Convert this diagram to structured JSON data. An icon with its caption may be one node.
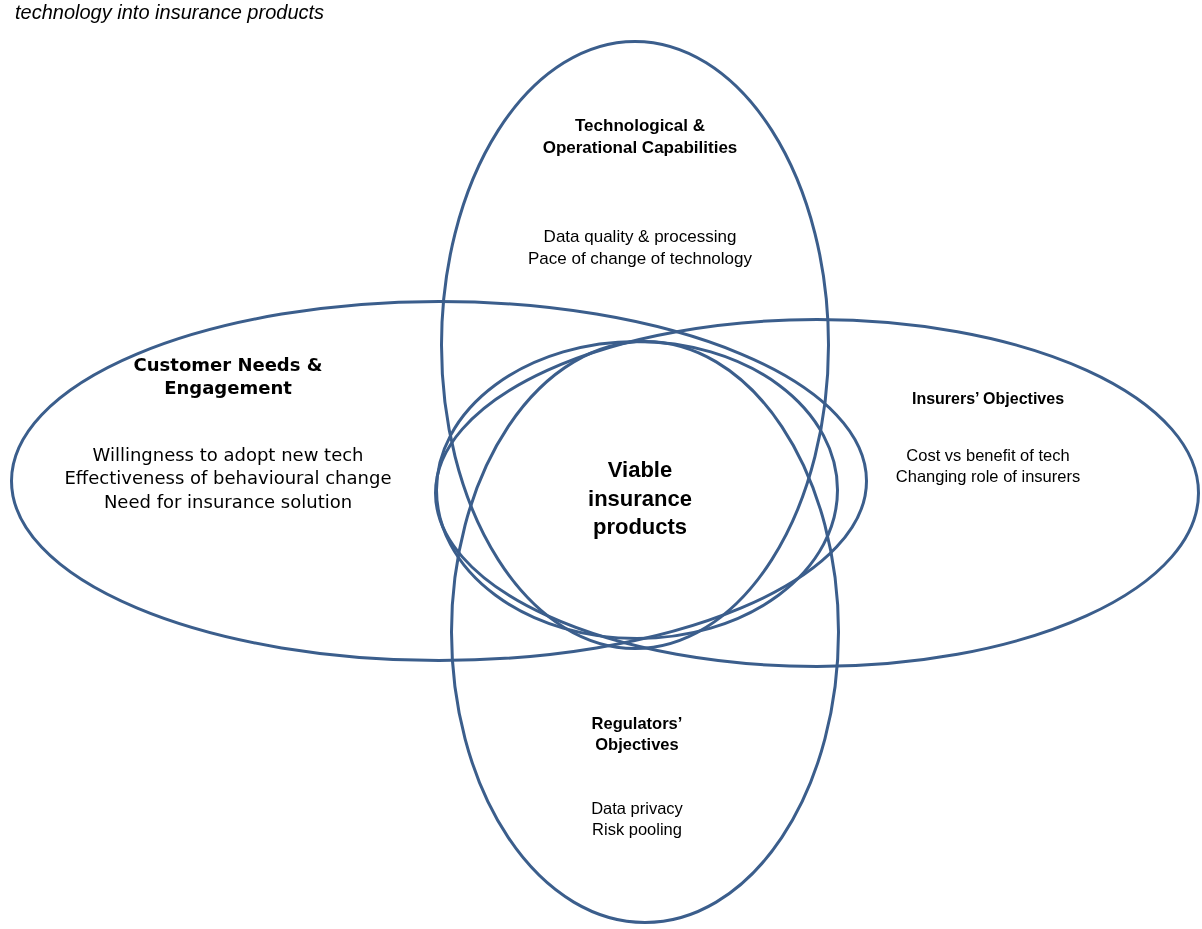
{
  "diagram": {
    "title": "technology into insurance products",
    "nodes": [
      {
        "text": [
          "Technological & Operational Capabilities",
          "Data quality & processing",
          "Pace of change of technology"
        ]
      },
      {
        "text": [
          "Customer Needs & Engagement",
          "Willingness to adopt new tech",
          "Effectiveness of behavioural change",
          "Need for insurance solution"
        ]
      },
      {
        "text": [
          "Insurers’ Objectives",
          "Cost vs benefit of tech",
          "Changing role of insurers"
        ]
      },
      {
        "text": [
          "Viable insurance products"
        ]
      },
      {
        "text": [
          "Regulators’ Objectives",
          "Data privacy",
          "Risk pooling"
        ]
      }
    ]
  }
}
